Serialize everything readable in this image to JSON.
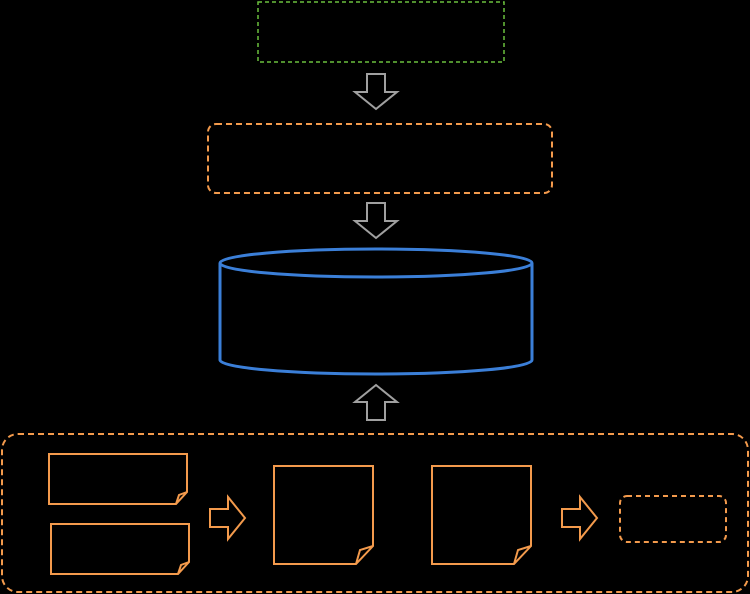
{
  "diagram": {
    "background": "#000000",
    "colors": {
      "green": "#6abf3e",
      "orange": "#f39a4c",
      "blue": "#3b7fd8",
      "gray": "#a0a0a0"
    },
    "nodes": [
      {
        "id": "top-box",
        "shape": "dashed-rectangle",
        "color": "green",
        "label": ""
      },
      {
        "id": "middle-box",
        "shape": "dashed-rounded-rectangle",
        "color": "orange",
        "label": ""
      },
      {
        "id": "database",
        "shape": "cylinder",
        "color": "blue",
        "label": ""
      },
      {
        "id": "bottom-container",
        "shape": "dashed-rounded-rectangle",
        "color": "orange",
        "label": ""
      },
      {
        "id": "note-1",
        "shape": "note",
        "color": "orange",
        "label": ""
      },
      {
        "id": "note-2",
        "shape": "note",
        "color": "orange",
        "label": ""
      },
      {
        "id": "note-3",
        "shape": "note",
        "color": "orange",
        "label": ""
      },
      {
        "id": "note-4",
        "shape": "note",
        "color": "orange",
        "label": ""
      },
      {
        "id": "result-box",
        "shape": "dashed-rounded-rectangle",
        "color": "orange",
        "label": ""
      }
    ],
    "connectors": [
      {
        "from": "top-box",
        "to": "middle-box",
        "style": "block-arrow-down",
        "color": "gray"
      },
      {
        "from": "middle-box",
        "to": "database",
        "style": "block-arrow-down",
        "color": "gray"
      },
      {
        "from": "bottom-container",
        "to": "database",
        "style": "block-arrow-up",
        "color": "gray"
      },
      {
        "from": "note-1",
        "to": "note-3",
        "style": "block-arrow-right",
        "color": "orange"
      },
      {
        "from": "note-4",
        "to": "result-box",
        "style": "block-arrow-right",
        "color": "orange"
      }
    ]
  }
}
